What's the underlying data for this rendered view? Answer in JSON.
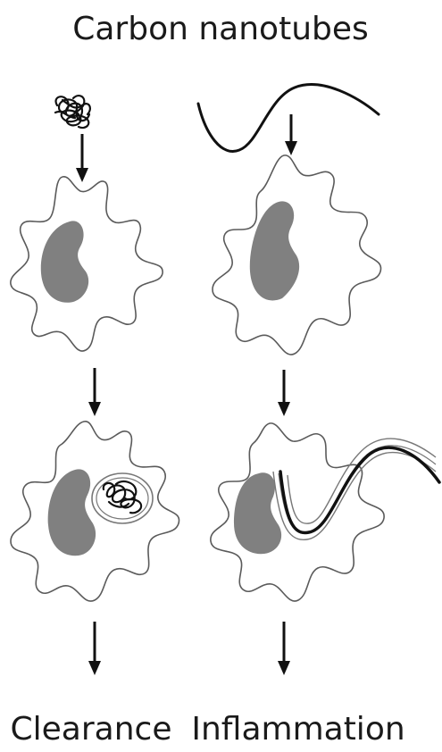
{
  "title": "Carbon nanotubes",
  "outcomes": {
    "left": "Clearance",
    "right": "Inflammation"
  },
  "colors": {
    "cell_outline": "#5a5a5a",
    "nucleus": "#808080",
    "nanotube": "#111111",
    "background": "#ffffff"
  }
}
